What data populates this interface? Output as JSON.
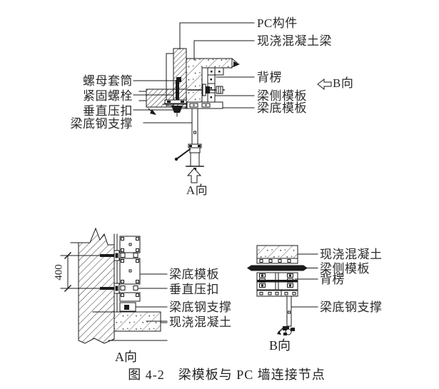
{
  "colors": {
    "line": "#1a1a1a",
    "text": "#2a2a2a",
    "background": "#ffffff"
  },
  "top_view": {
    "labels_left": [
      "螺母套筒",
      "紧固螺栓",
      "垂直压扣",
      "梁底钢支撑"
    ],
    "labels_right": [
      "PC构件",
      "现浇混凝土梁",
      "背楞",
      "梁侧模板",
      "梁底模板"
    ],
    "direction_a": "A向",
    "direction_b": "B向"
  },
  "view_a": {
    "dimension": "400",
    "labels": [
      "梁底模板",
      "垂直压扣",
      "梁底钢支撑",
      "现浇混凝土"
    ],
    "title": "A向"
  },
  "view_b": {
    "labels": [
      "现浇混凝土",
      "梁侧模板",
      "背楞",
      "梁底钢支撑"
    ],
    "title": "B向"
  },
  "caption": "图 4-2　梁模板与 PC 墙连接节点"
}
